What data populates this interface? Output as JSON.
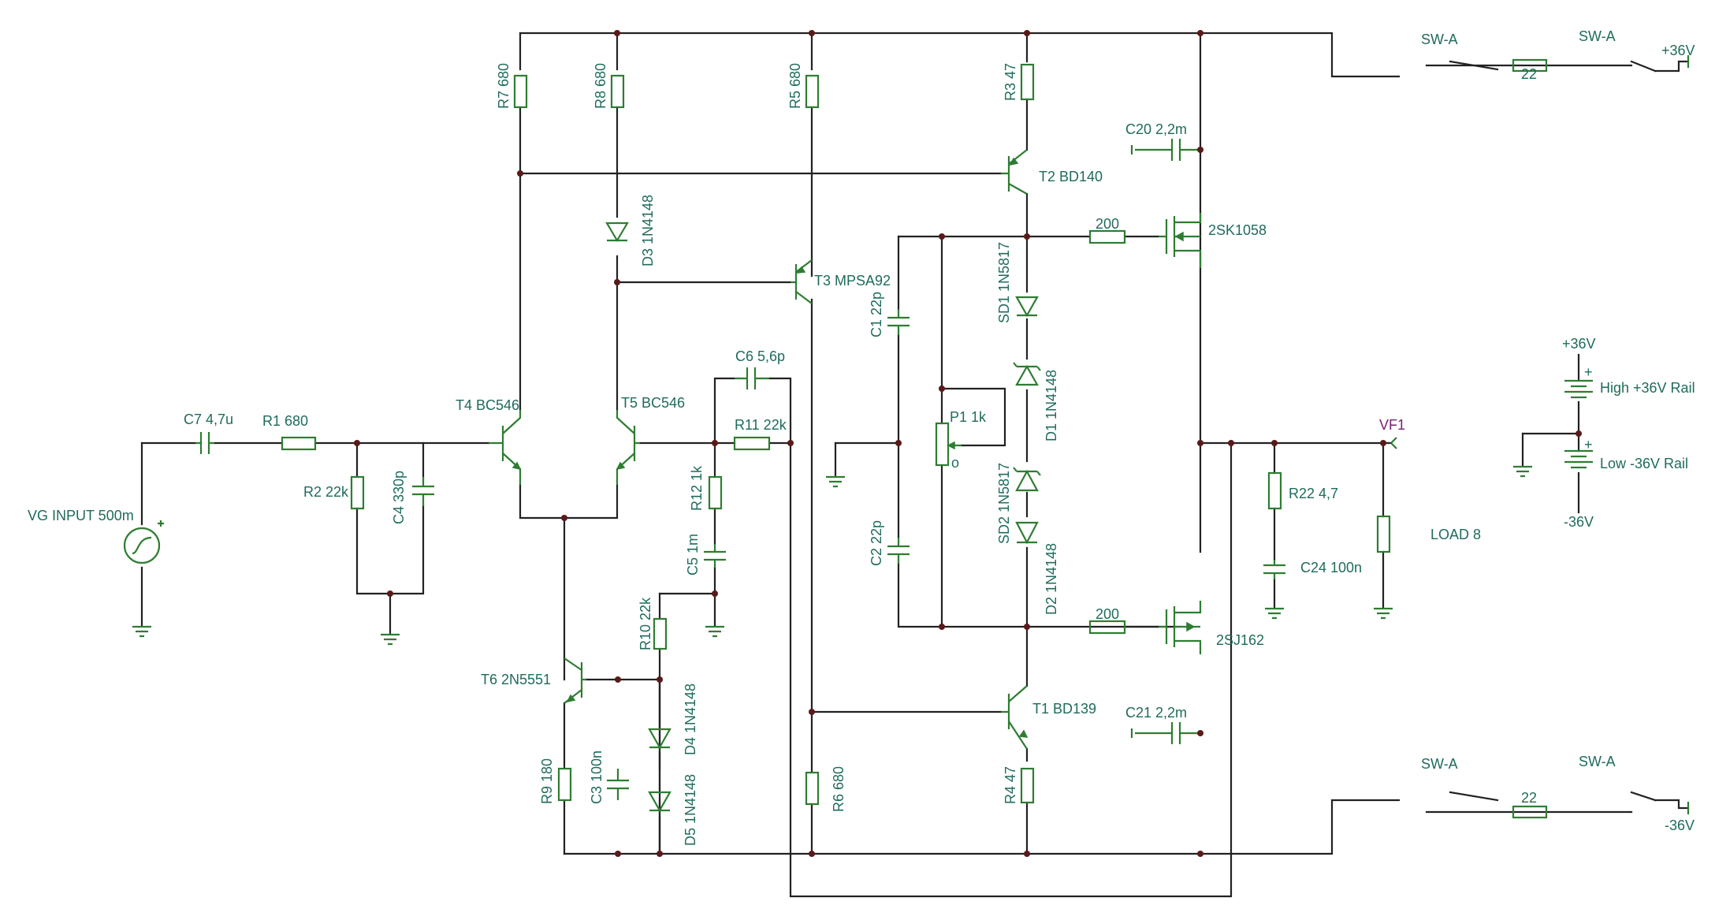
{
  "diagram": {
    "colors": {
      "wire": "#222222",
      "component": "#2e7d32",
      "label": "#1f6b5c",
      "node": "#5a1a1a",
      "probe": "#7a1f6e"
    },
    "input": {
      "source_label": "VG INPUT 500m",
      "c7": "C7 4,7u",
      "r1": "R1 680",
      "r2": "R2 22k",
      "c4": "C4 330p"
    },
    "diff_pair": {
      "t4": "T4 BC546",
      "t5": "T5 BC546",
      "r7": "R7 680",
      "r8": "R8 680",
      "d3": "D3 1N4148",
      "t6": "T6 2N5551",
      "r9": "R9 180",
      "c3": "C3 100n",
      "d4": "D4 1N4148",
      "d5": "D5 1N4148",
      "r10": "R10 22k"
    },
    "feedback": {
      "c6": "C6 5,6p",
      "r11": "R11 22k",
      "r12": "R12 1k",
      "c5": "C5 1m"
    },
    "vas": {
      "t3": "T3 MPSA92",
      "r5": "R5 680",
      "r6": "R6 680",
      "c1": "C1 22p",
      "c2": "C2 22p",
      "p1": "P1 1k"
    },
    "drivers": {
      "r3": "R3 47",
      "t2": "T2 BD140",
      "t1": "T1 BD139",
      "r4": "R4 47",
      "sd1": "SD1 1N5817",
      "d1": "D1 1N4148",
      "sd2": "SD2 1N5817",
      "d2": "D2 1N4148",
      "r_gate_top": "200",
      "r_gate_bottom": "200"
    },
    "output": {
      "q_top": "2SK1058",
      "q_bottom": "2SJ162",
      "c20": "C20 2,2m",
      "c21": "C21 2,2m",
      "r22": "R22 4,7",
      "c24": "C24 100n",
      "vf1": "VF1",
      "load": "LOAD 8"
    },
    "switches": {
      "top_sw1": "SW-A",
      "top_sw2": "SW-A",
      "top_res": "22",
      "top_rail": "+36V",
      "bot_sw1": "SW-A",
      "bot_sw2": "SW-A",
      "bot_res": "22",
      "bot_rail": "-36V"
    },
    "supply": {
      "top_label": "+36V",
      "high_rail": "High +36V Rail",
      "low_rail": "Low -36V Rail",
      "bottom_label": "-36V",
      "plus_sign": "+"
    },
    "pot_wiper": "o"
  }
}
